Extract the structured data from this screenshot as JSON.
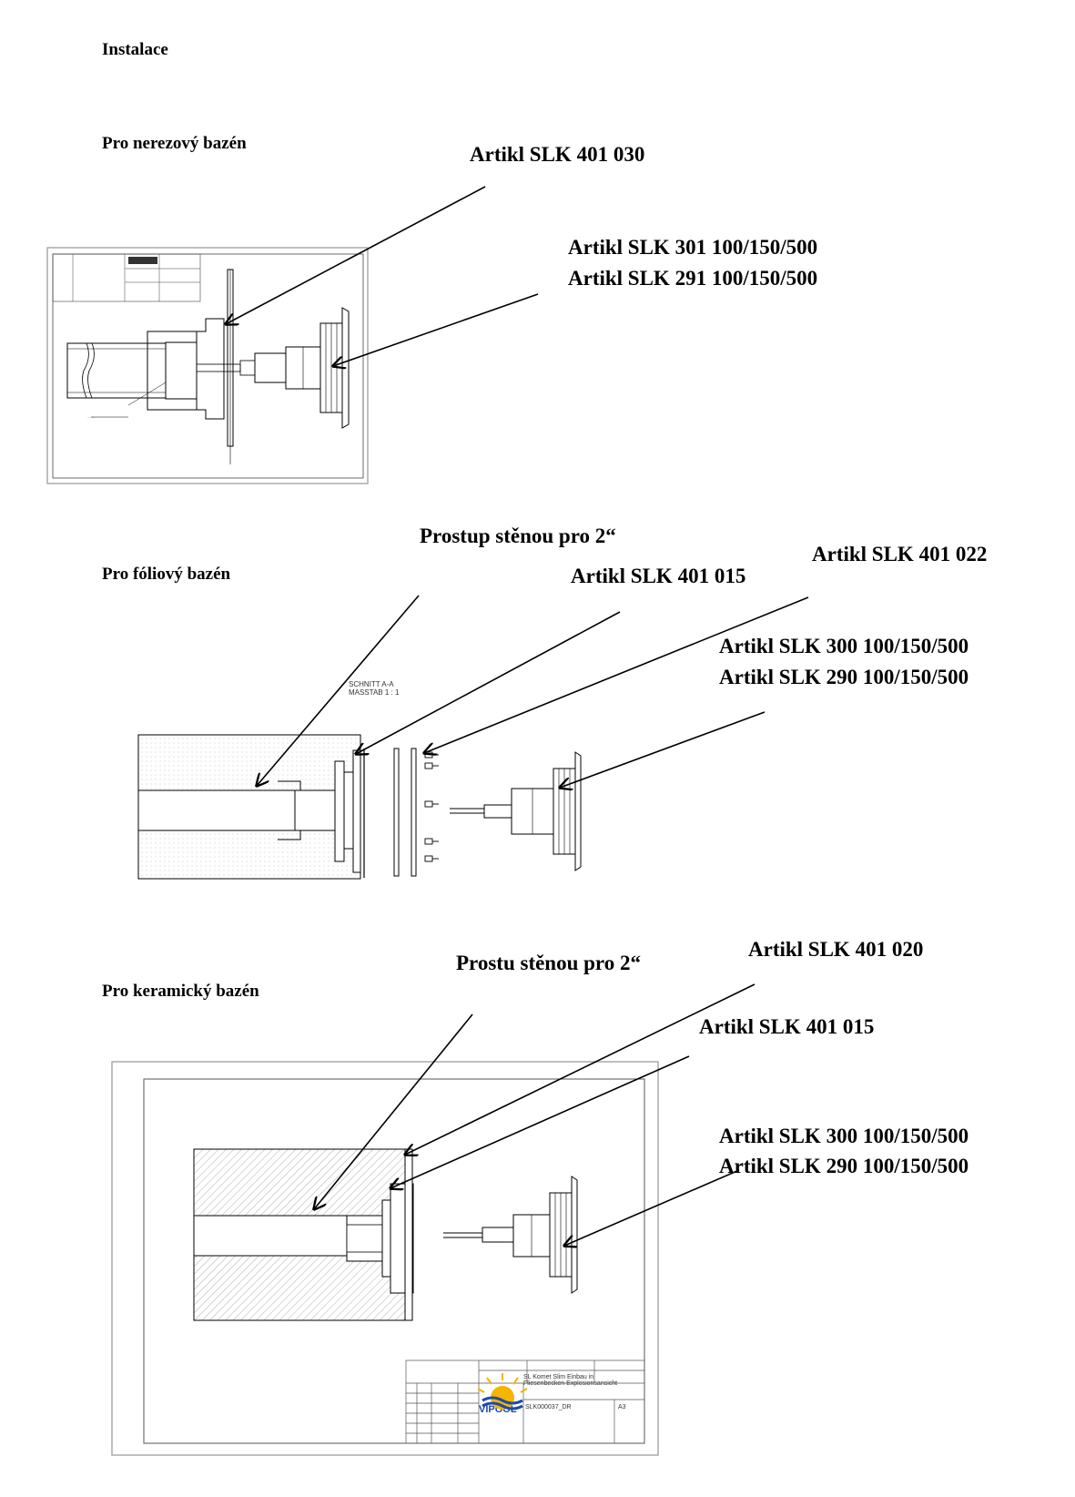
{
  "page": {
    "title": "Instalace"
  },
  "sections": [
    {
      "heading": "Pro nerezový bazén",
      "labels": [
        "Artikl SLK 401 030",
        "Artikl SLK 301 100/150/500",
        "Artikl SLK 291 100/150/500"
      ]
    },
    {
      "heading": "Pro fóliový bazén",
      "labels": [
        "Prostup stěnou pro 2“",
        "Artikl SLK 401 015",
        "Artikl SLK 401 022",
        "Artikl SLK 300 100/150/500",
        "Artikl SLK 290 100/150/500"
      ],
      "drawing_note": [
        "SCHNITT A-A",
        "MASSTAB 1 : 1"
      ]
    },
    {
      "heading": "Pro keramický bazén",
      "labels": [
        "Prostu stěnou pro 2“",
        "Artikl SLK 401 020",
        "Artikl SLK 401 015",
        "Artikl SLK 300 100/150/500",
        "Artikl SLK 290 100/150/500"
      ],
      "title_block": {
        "description": "SL Komet Slim Einbau in Fliesenbecken Explosionsansicht",
        "drawing_number": "SLK000037_DR",
        "format": "A3",
        "logo": "VIPOOL"
      }
    }
  ],
  "colors": {
    "line": "#000000",
    "hatch": "#8a8a8a",
    "logo_blue": "#1e4aa8",
    "logo_sun": "#f5b400"
  }
}
